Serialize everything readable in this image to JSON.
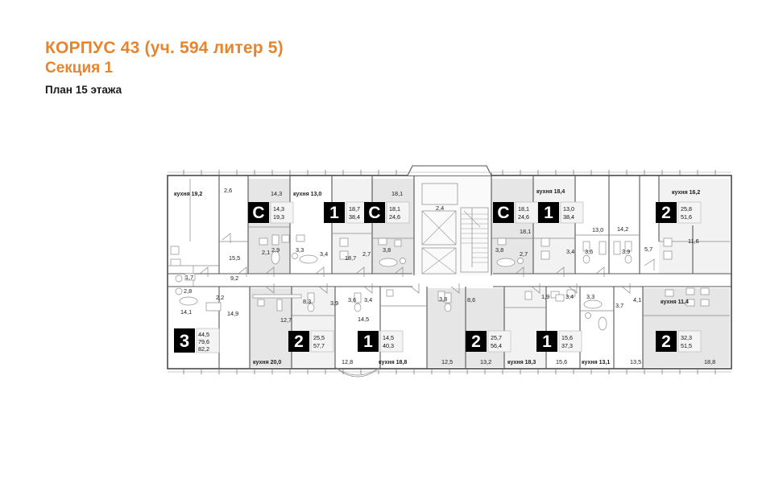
{
  "header": {
    "building_title": "КОРПУС 43 (уч. 594 литер 5)",
    "section_title": "Секция 1",
    "floor_title": "План 15 этажа",
    "accent_color": "#E8842A",
    "text_color": "#1a1a1a"
  },
  "plan": {
    "type": "floor-plan",
    "floor_number": 15,
    "section": 1,
    "apartments": [
      {
        "id": "apt-3-left",
        "badge": "3",
        "area_living": "44,5",
        "area_mid": "79,6",
        "area_total": "82,2",
        "rooms": [
          "44,5",
          "79,6",
          "82,2"
        ]
      },
      {
        "id": "apt-2-kuhnya20",
        "badge": "2",
        "area_living": "25,5",
        "area_total": "57,7",
        "kitchen": "кухня 20,0"
      },
      {
        "id": "apt-1-kuhnya188",
        "badge": "1",
        "area_living": "14,5",
        "area_total": "40,3",
        "kitchen": "кухня 18,8"
      },
      {
        "id": "apt-2-kuhnya183",
        "badge": "2",
        "area_living": "25,7",
        "area_total": "56,4",
        "kitchen": "кухня 18,3"
      },
      {
        "id": "apt-1-kuhnya131",
        "badge": "1",
        "area_living": "15,6",
        "area_total": "37,3",
        "kitchen": "кухня 13,1"
      },
      {
        "id": "apt-2-kuhnya114",
        "badge": "2",
        "area_living": "32,3",
        "area_total": "51,5",
        "kitchen": "кухня 11,4"
      },
      {
        "id": "apt-c-left",
        "badge": "C",
        "area_living": "14,3",
        "area_total": "19,3"
      },
      {
        "id": "apt-1-kuhnya130",
        "badge": "1",
        "area_living": "18,7",
        "area_total": "38,4",
        "kitchen": "кухня 13,0"
      },
      {
        "id": "apt-c-mid",
        "badge": "C",
        "area_living": "18,1",
        "area_total": "24,6"
      },
      {
        "id": "apt-c-right",
        "badge": "C",
        "area_living": "18,1",
        "area_total": "24,6"
      },
      {
        "id": "apt-1-kuhnya184",
        "badge": "1",
        "area_living": "13,0",
        "area_total": "38,4",
        "kitchen": "кухня 18,4"
      },
      {
        "id": "apt-2-kuhnya162",
        "badge": "2",
        "area_living": "25,8",
        "area_total": "51,6",
        "kitchen": "кухня 16,2"
      }
    ],
    "kitchen_labels": [
      "кухня 19,2",
      "кухня 13,0",
      "кухня 18,4",
      "кухня 16,2",
      "кухня 20,0",
      "кухня 18,8",
      "кухня 18,3",
      "кухня 13,1",
      "кухня 11,4"
    ],
    "room_areas_top": [
      "2,6",
      "14,3",
      "18,1",
      "2,4",
      "18,1",
      "13,0",
      "14,2",
      "11,6"
    ],
    "room_areas_mid": [
      "15,5",
      "2,1",
      "2,9",
      "3,3",
      "3,4",
      "18,7",
      "3,8",
      "2,7",
      "3,8",
      "2,7",
      "3,4",
      "3,6",
      "3,9",
      "5,7"
    ],
    "room_areas_low": [
      "1,7",
      "2,8",
      "9,2",
      "2,2",
      "8,3",
      "3,9",
      "3,6",
      "3,4",
      "3,8",
      "8,6",
      "1,9",
      "3,4",
      "3,3",
      "3,7",
      "4,1"
    ],
    "room_areas_bottom": [
      "14,1",
      "14,9",
      "12,7",
      "14,5",
      "12,8",
      "12,5",
      "13,2",
      "15,6",
      "13,5",
      "18,8"
    ],
    "core": {
      "label": "2,4",
      "elevators": 2,
      "stair": true
    }
  }
}
